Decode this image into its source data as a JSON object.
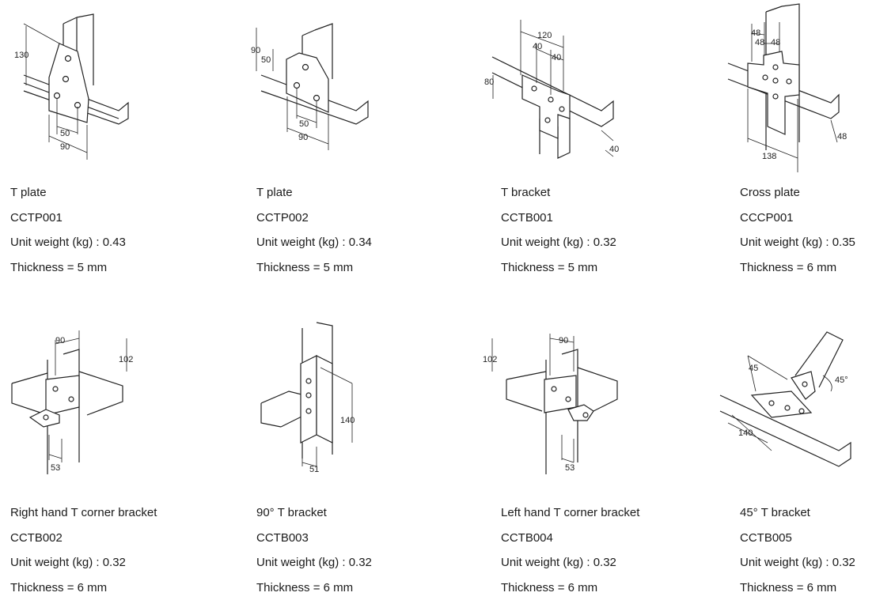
{
  "products": [
    {
      "name": "T plate",
      "code": "CCTP001",
      "weight": "Unit weight (kg) : 0.43",
      "thickness": "Thickness = 5 mm",
      "dims": [
        "130",
        "50",
        "90"
      ]
    },
    {
      "name": "T plate",
      "code": "CCTP002",
      "weight": "Unit weight (kg) : 0.34",
      "thickness": "Thickness = 5 mm",
      "dims": [
        "90",
        "50",
        "50",
        "90"
      ]
    },
    {
      "name": "T bracket",
      "code": "CCTB001",
      "weight": "Unit weight (kg) : 0.32",
      "thickness": "Thickness = 5 mm",
      "dims": [
        "120",
        "40",
        "40",
        "80",
        "40"
      ]
    },
    {
      "name": "Cross plate",
      "code": "CCCP001",
      "weight": "Unit weight (kg) : 0.35",
      "thickness": "Thickness = 6 mm",
      "dims": [
        "48",
        "48",
        "48",
        "138"
      ]
    },
    {
      "name": "Right hand T corner bracket",
      "code": "CCTB002",
      "weight": "Unit weight (kg) : 0.32",
      "thickness": "Thickness = 6 mm",
      "dims": [
        "90",
        "102",
        "53"
      ]
    },
    {
      "name": "90° T bracket",
      "code": "CCTB003",
      "weight": "Unit weight (kg) : 0.32",
      "thickness": "Thickness = 6 mm",
      "dims": [
        "140",
        "51"
      ]
    },
    {
      "name": "Left hand T corner bracket",
      "code": "CCTB004",
      "weight": "Unit weight (kg) : 0.32",
      "thickness": "Thickness = 6 mm",
      "dims": [
        "102",
        "90",
        "53"
      ]
    },
    {
      "name": "45° T bracket",
      "code": "CCTB005",
      "weight": "Unit weight (kg) : 0.32",
      "thickness": "Thickness = 6 mm",
      "dims": [
        "45",
        "45°",
        "140"
      ]
    }
  ]
}
